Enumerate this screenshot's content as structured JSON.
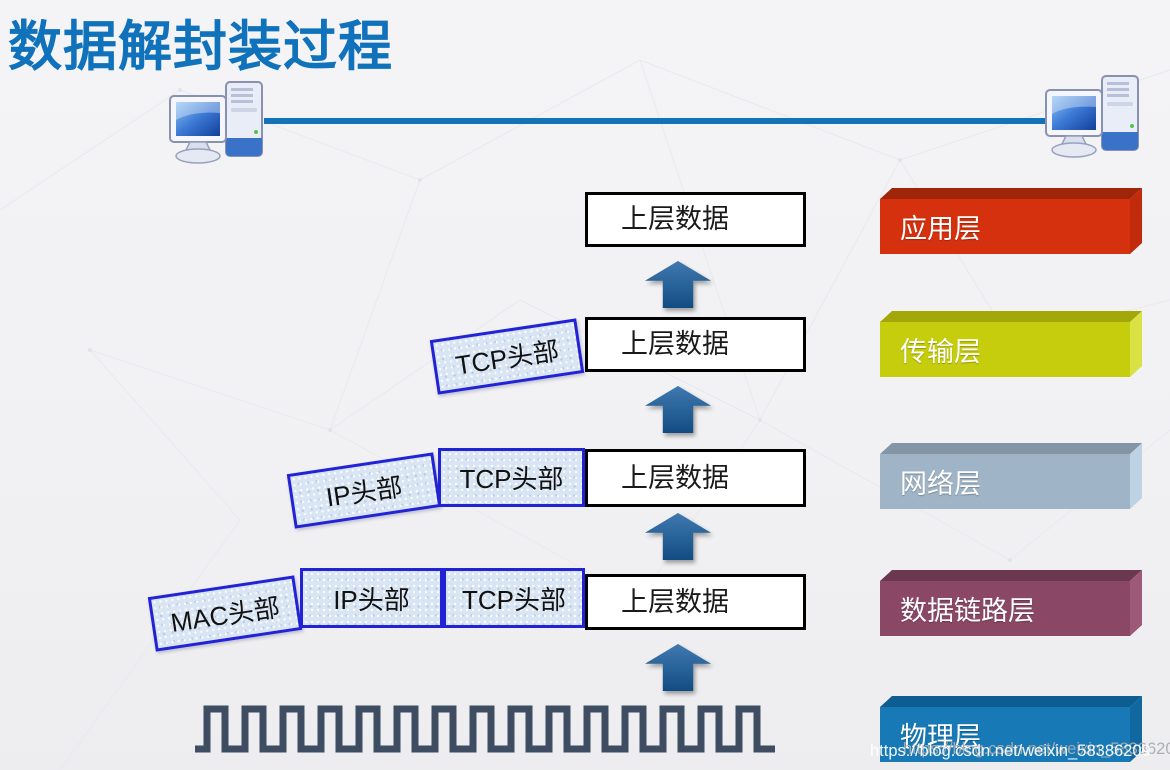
{
  "title": "数据解封装过程",
  "palette": {
    "title": "#0f72bb",
    "link_line": "#1472b8",
    "arrow": "#155c9f",
    "wave": "#3f4d63",
    "header_box_border": "#2323d6",
    "header_box_fill": "#d9e5f3",
    "data_box_fill": "#ffffff"
  },
  "stack": {
    "data_label": "上层数据",
    "tcp_label": "TCP头部",
    "ip_label": "IP头部",
    "mac_label": "MAC头部"
  },
  "layers": [
    {
      "label": "应用层",
      "front": "#d6310e",
      "top": "#9e2507",
      "side": "#c12a0b"
    },
    {
      "label": "传输层",
      "front": "#c5cd0c",
      "top": "#a3a70a",
      "side": "#d9e145"
    },
    {
      "label": "网络层",
      "front": "#9fb4c6",
      "top": "#8495a5",
      "side": "#bdd2e2"
    },
    {
      "label": "数据链路层",
      "front": "#8b4866",
      "top": "#6b3850",
      "side": "#9d5a78"
    },
    {
      "label": "物理层",
      "front": "#1779b6",
      "top": "#0d5d92",
      "side": "#1168a0"
    }
  ],
  "watermark": {
    "line1": "https://blog.csdn.net/weixin_58386209",
    "line2": "https://blog.csdn.net/weixin_58386209"
  }
}
